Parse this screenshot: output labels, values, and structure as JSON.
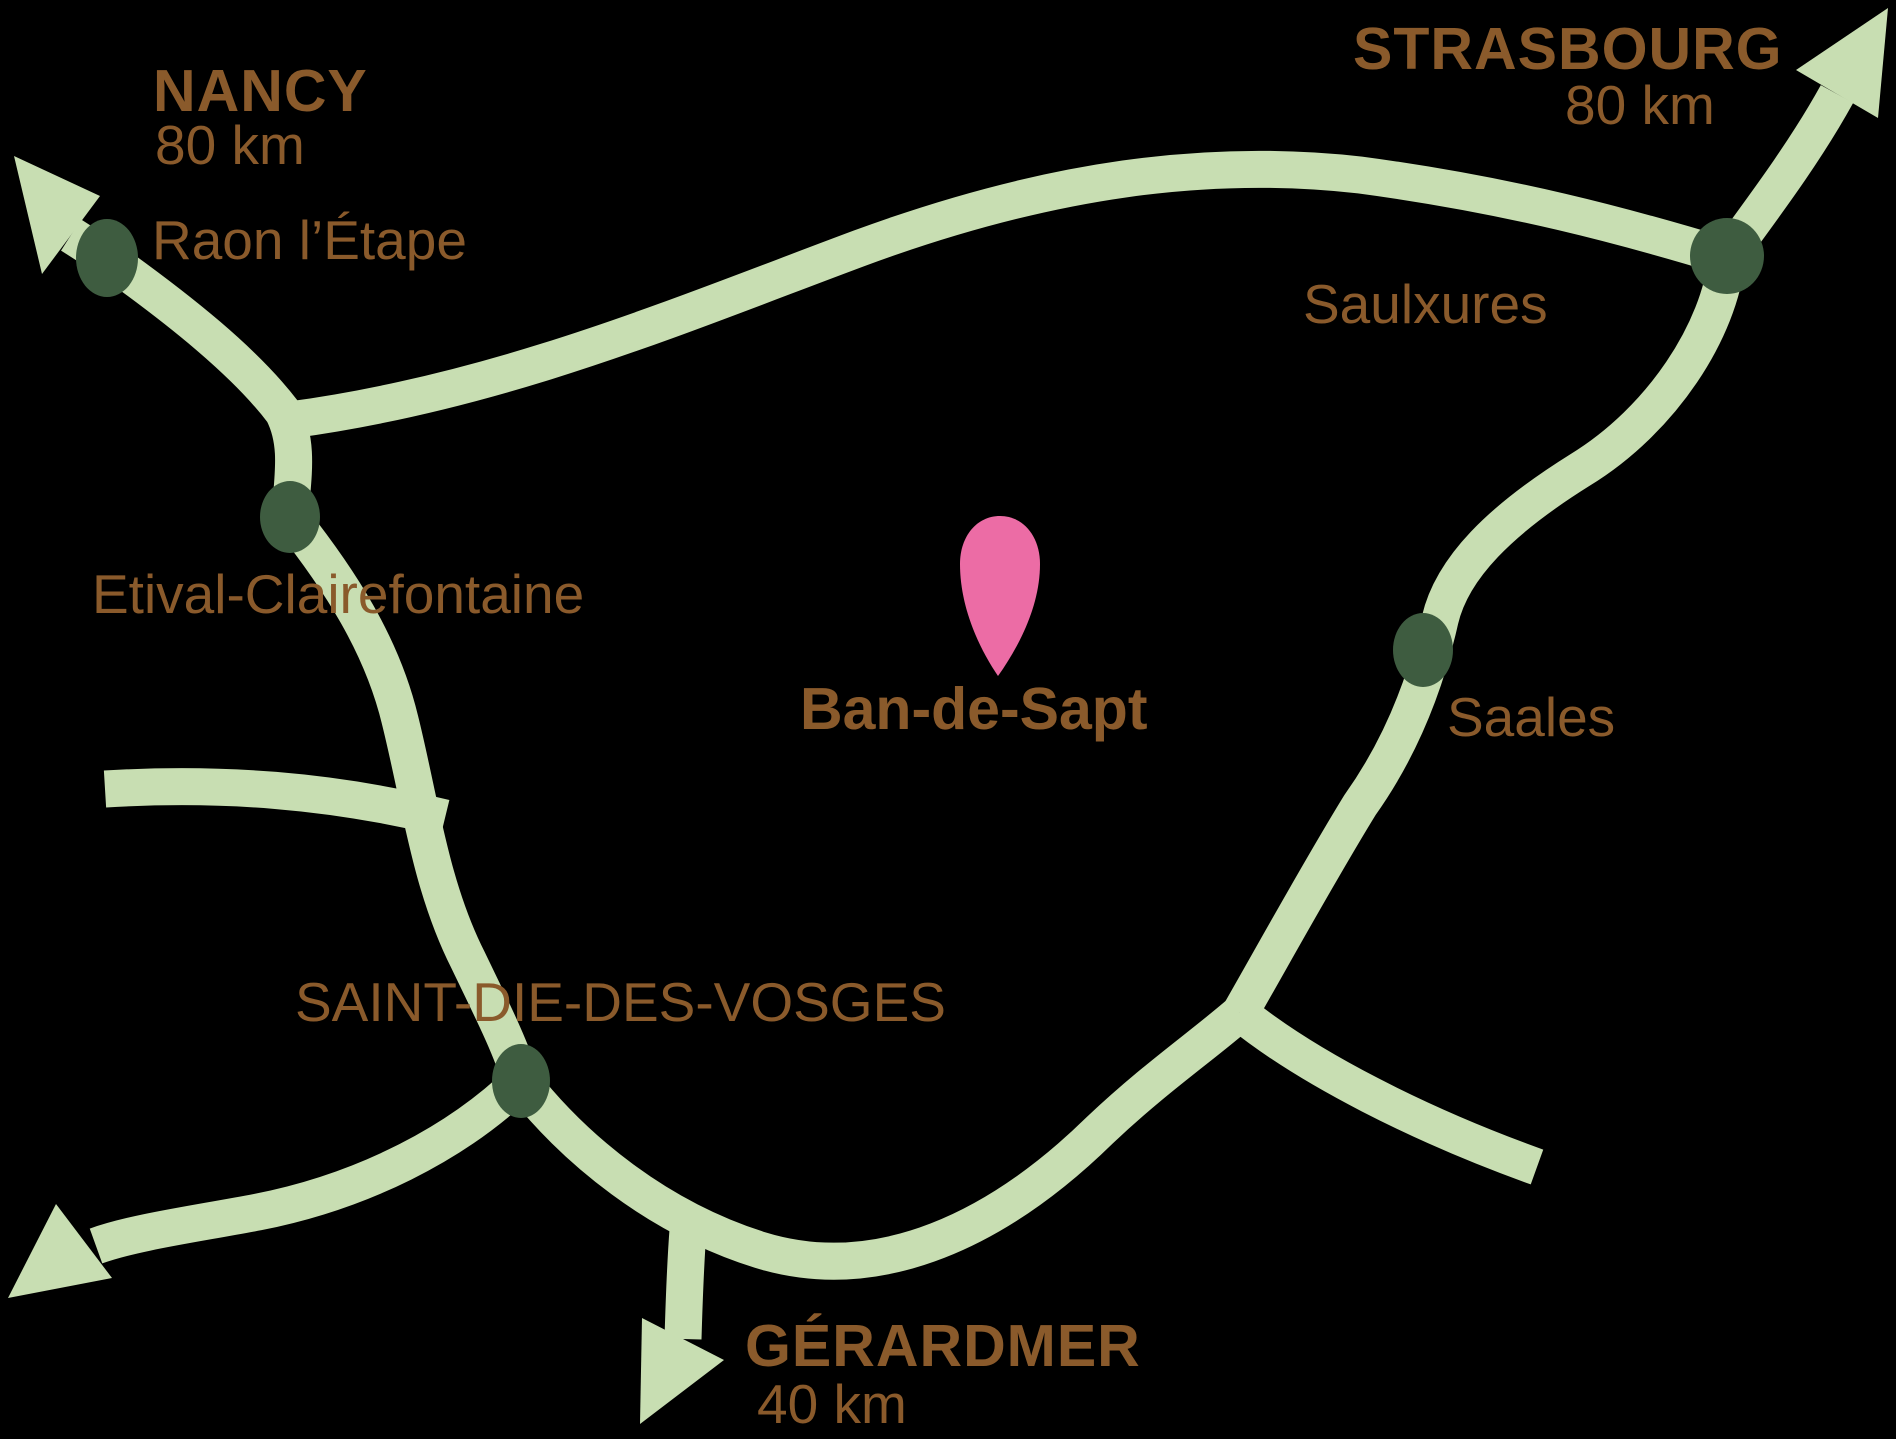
{
  "map": {
    "colors": {
      "background": "#000000",
      "road": "#c8deb2",
      "town_dot": "#3e5c40",
      "label_text": "#8a5a2b",
      "highlight_pin": "#ec6ca5"
    },
    "destinations": {
      "nancy": {
        "name": "NANCY",
        "distance": "80 km"
      },
      "strasbourg": {
        "name": "STRASBOURG",
        "distance": "80 km"
      },
      "gerardmer": {
        "name": "GÉRARDMER",
        "distance": "40 km"
      }
    },
    "towns": {
      "raon_letape": "Raon l’Étape",
      "etival_clairefontaine": "Etival-Clairefontaine",
      "saulxures": "Saulxures",
      "saales": "Saales",
      "saint_die_des_vosges": "SAINT-DIE-DES-VOSGES"
    },
    "highlight": {
      "label": "Ban-de-Sapt"
    },
    "icons": {
      "pin": "location-pin",
      "dot": "town-dot",
      "arrow": "direction-arrowhead"
    }
  }
}
